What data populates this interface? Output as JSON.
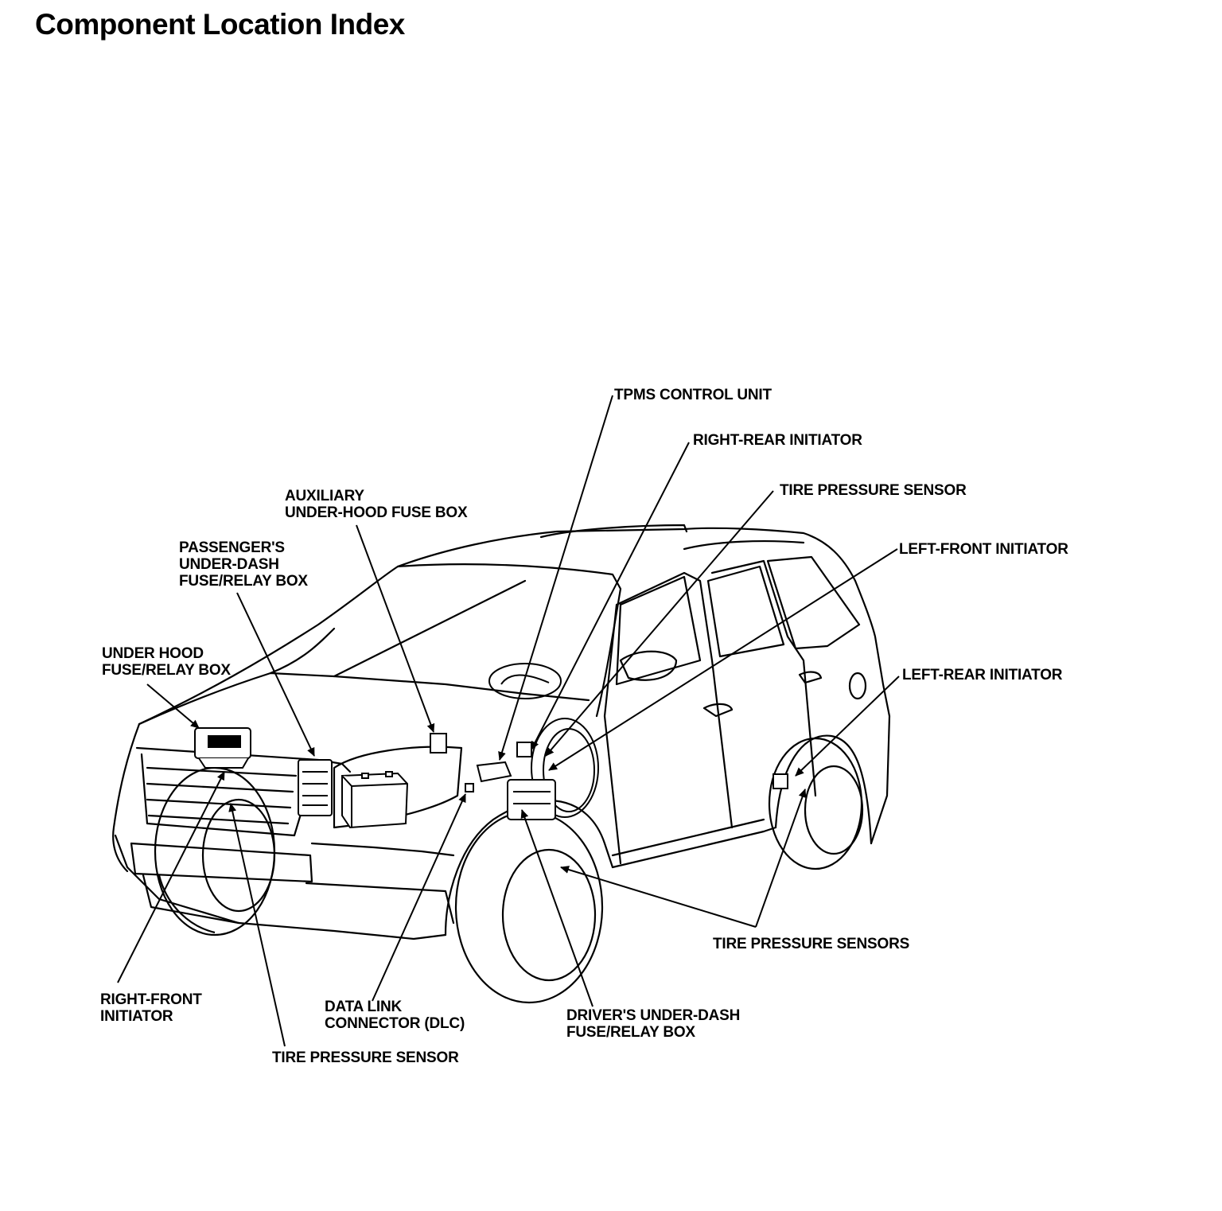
{
  "page": {
    "title": "Component Location Index"
  },
  "labels": {
    "tpms_control_unit": {
      "lines": [
        "TPMS CONTROL UNIT"
      ]
    },
    "right_rear_initiator": {
      "lines": [
        "RIGHT-REAR INITIATOR"
      ]
    },
    "tire_pressure_sensor_top": {
      "lines": [
        "TIRE PRESSURE SENSOR"
      ]
    },
    "left_front_initiator": {
      "lines": [
        "LEFT-FRONT INITIATOR"
      ]
    },
    "left_rear_initiator": {
      "lines": [
        "LEFT-REAR INITIATOR"
      ]
    },
    "auxiliary_fuse_box": {
      "lines": [
        "AUXILIARY",
        "UNDER-HOOD FUSE BOX"
      ]
    },
    "passenger_fuse_box": {
      "lines": [
        "PASSENGER'S",
        "UNDER-DASH",
        "FUSE/RELAY BOX"
      ]
    },
    "under_hood_fuse_box": {
      "lines": [
        "UNDER HOOD",
        "FUSE/RELAY BOX"
      ]
    },
    "tire_pressure_sensors": {
      "lines": [
        "TIRE PRESSURE SENSORS"
      ]
    },
    "right_front_initiator": {
      "lines": [
        "RIGHT-FRONT",
        "INITIATOR"
      ]
    },
    "data_link_connector": {
      "lines": [
        "DATA LINK",
        "CONNECTOR (DLC)"
      ]
    },
    "driver_fuse_box": {
      "lines": [
        "DRIVER'S UNDER-DASH",
        "FUSE/RELAY BOX"
      ]
    },
    "tire_pressure_sensor_bottom": {
      "lines": [
        "TIRE PRESSURE SENSOR"
      ]
    }
  }
}
